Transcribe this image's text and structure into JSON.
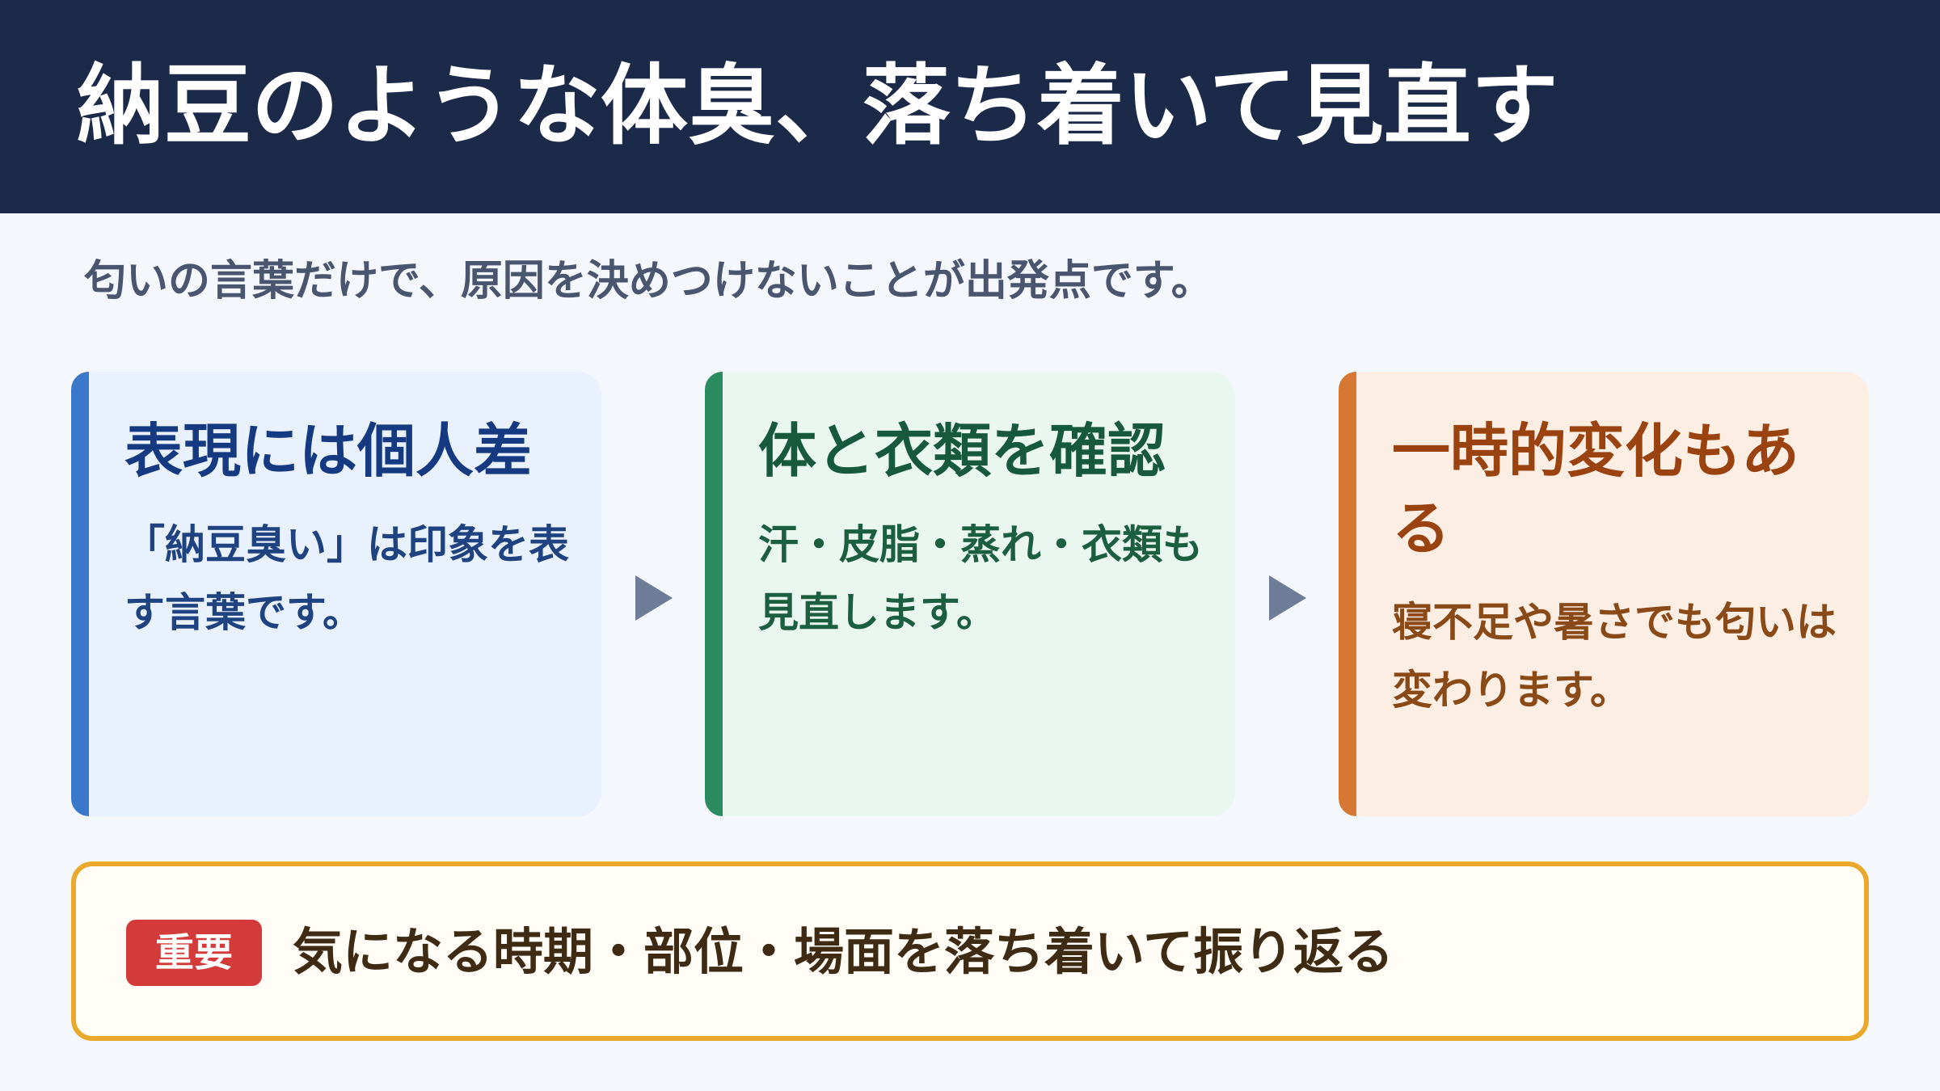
{
  "header": {
    "title": "納豆のような体臭、落ち着いて見直す"
  },
  "subtitle": "匂いの言葉だけで、原因を決めつけないことが出発点です。",
  "cards": [
    {
      "title": "表現には個人差",
      "body": "「納豆臭い」は印象を表す言葉です。"
    },
    {
      "title": "体と衣類を確認",
      "body": "汗・皮脂・蒸れ・衣類も見直します。"
    },
    {
      "title": "一時的変化もある",
      "body": "寝不足や暑さでも匂いは変わります。"
    }
  ],
  "note": {
    "badge": "重要",
    "text": "気になる時期・部位・場面を落ち着いて振り返る"
  },
  "colors": {
    "header_bg": "#1c2a4a",
    "card_1_accent": "#3b78c9",
    "card_2_accent": "#2a8c5f",
    "card_3_accent": "#d67733",
    "note_border": "#e9a92c",
    "badge_bg": "#d33a3a"
  }
}
